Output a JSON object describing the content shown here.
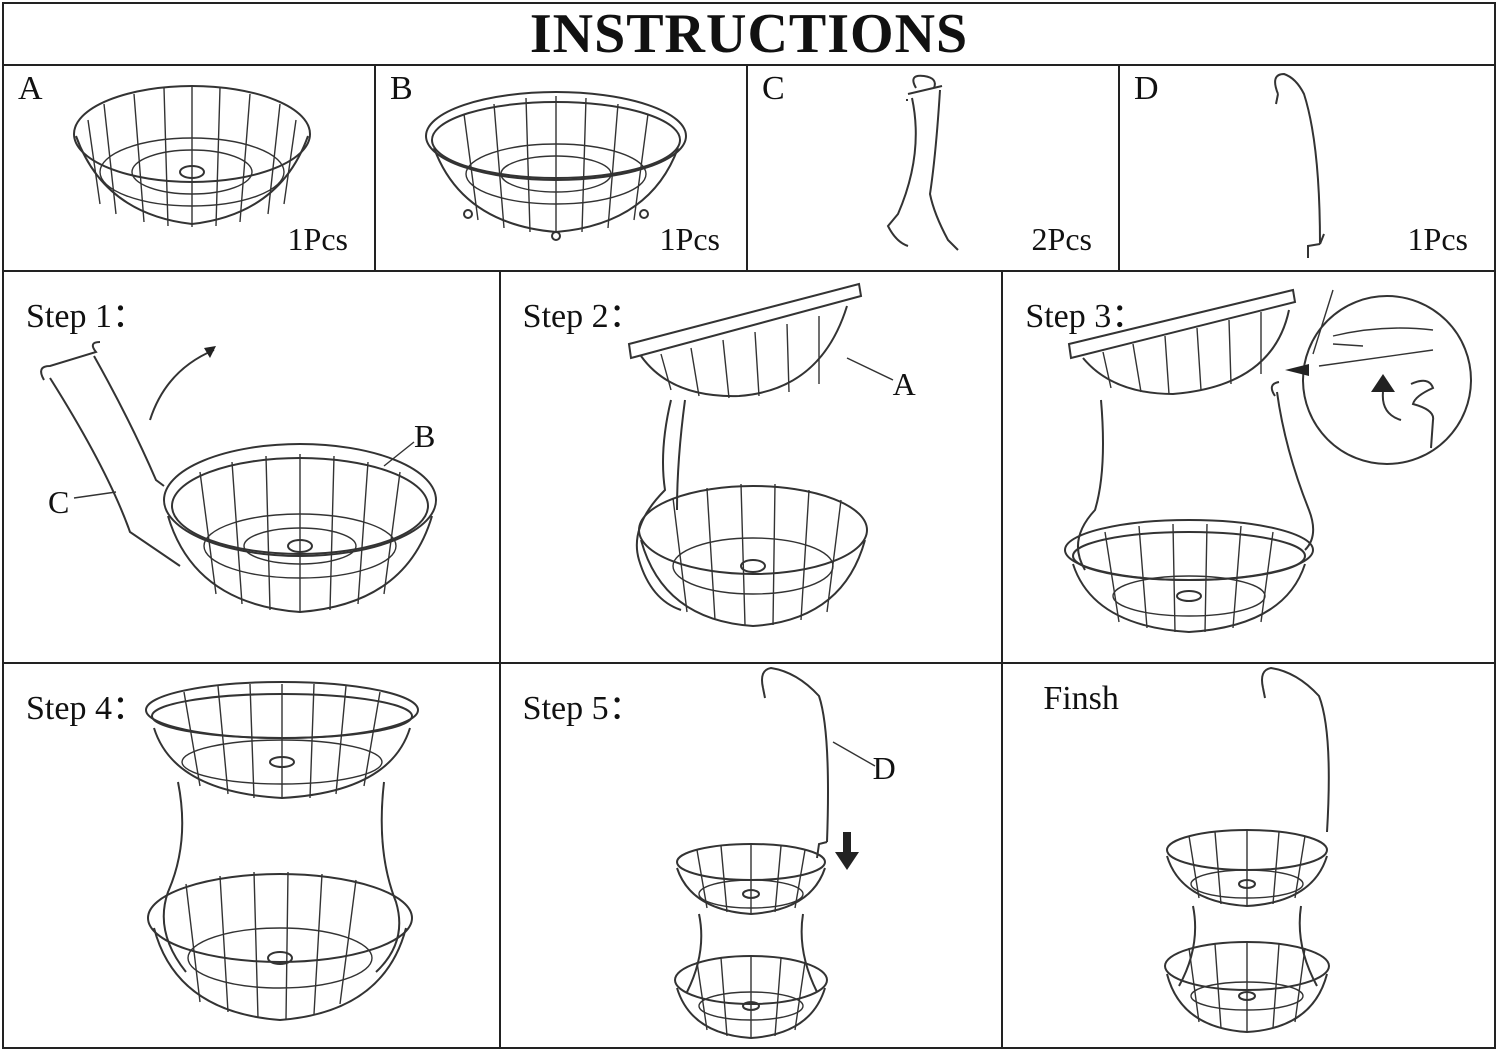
{
  "title": "INSTRUCTIONS",
  "parts": [
    {
      "letter": "A",
      "quantity": "1Pcs",
      "icon": "large-basket-icon"
    },
    {
      "letter": "B",
      "quantity": "1Pcs",
      "icon": "basket-with-feet-icon"
    },
    {
      "letter": "C",
      "quantity": "2Pcs",
      "icon": "side-support-frame-icon"
    },
    {
      "letter": "D",
      "quantity": "1Pcs",
      "icon": "banana-hanger-pole-icon"
    }
  ],
  "steps": [
    {
      "label": "Step 1：",
      "callouts": [
        "C",
        "B"
      ]
    },
    {
      "label": "Step 2：",
      "callouts": [
        "A"
      ]
    },
    {
      "label": "Step 3：",
      "callouts": []
    },
    {
      "label": "Step 4：",
      "callouts": []
    },
    {
      "label": "Step 5：",
      "callouts": [
        "D"
      ]
    },
    {
      "label": "Finsh",
      "callouts": []
    }
  ],
  "colors": {
    "line": "#333333",
    "border": "#222222",
    "background": "#ffffff"
  }
}
